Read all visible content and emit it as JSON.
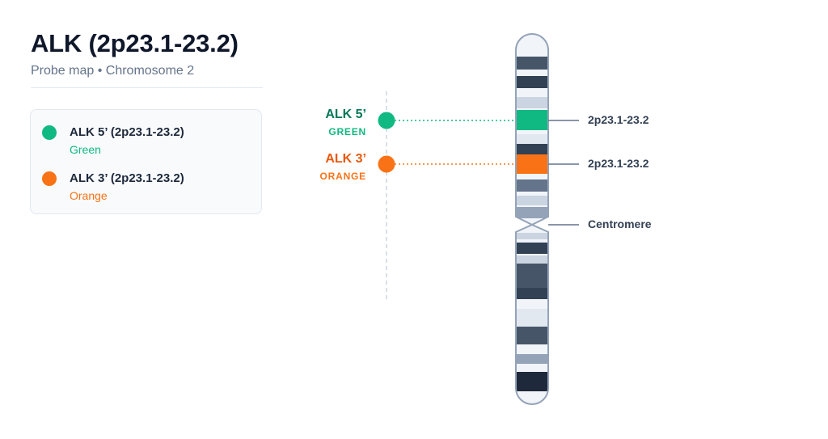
{
  "header": {
    "title": "ALK (2p23.1-23.2)",
    "subtitle": "Probe map • Chromosome 2"
  },
  "legend": {
    "items": [
      {
        "name": "ALK 5’ (2p23.1-23.2)",
        "color_label": "Green",
        "color": "#10b981"
      },
      {
        "name": "ALK 3’ (2p23.1-23.2)",
        "color_label": "Orange",
        "color": "#f97316"
      }
    ]
  },
  "probes": [
    {
      "name": "ALK 5’",
      "color_label": "GREEN",
      "color": "#10b981",
      "text_color": "#047857",
      "locus": "2p23.1-23.2"
    },
    {
      "name": "ALK 3’",
      "color_label": "ORANGE",
      "color": "#f97316",
      "text_color": "#ea580c",
      "locus": "2p23.1-23.2"
    }
  ],
  "centromere_label": "Centromere",
  "colors": {
    "chromosome_outline": "#94a3b8",
    "band_dark": "#334155",
    "band_light": "#e2e8f0"
  }
}
